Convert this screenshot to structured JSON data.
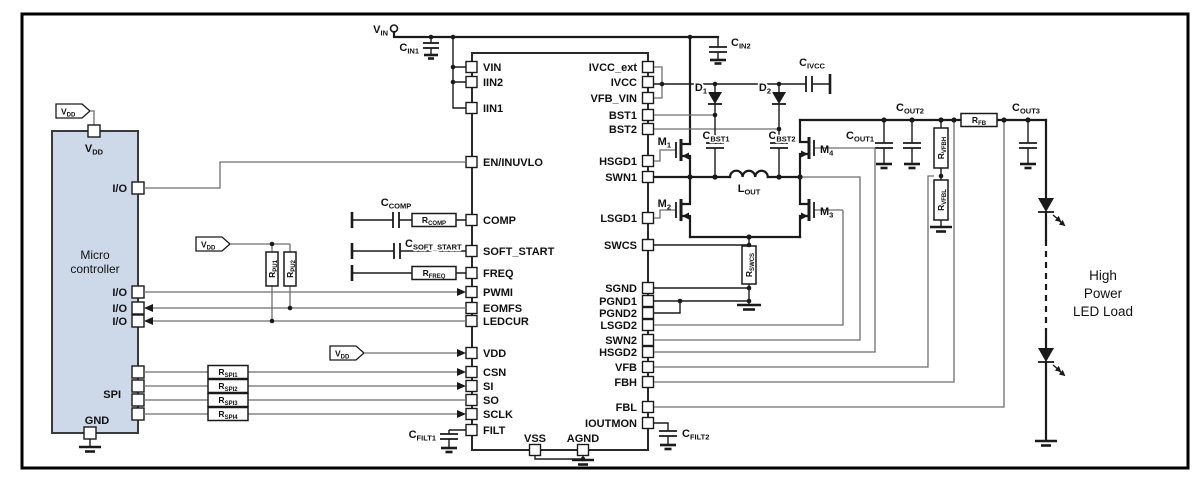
{
  "terminal_vin": {
    "main": "V",
    "sub": "IN"
  },
  "flag_vdd": {
    "main": "V",
    "sub": "DD"
  },
  "micro": {
    "title": [
      "Micro",
      "controller"
    ],
    "pin_vdd": {
      "main": "V",
      "sub": "DD"
    },
    "io": "I/O",
    "spi": "SPI",
    "gnd": "GND"
  },
  "ic": {
    "left_pins": [
      "VIN",
      "IIN2",
      "IIN1",
      "EN/INUVLO",
      "COMP",
      "SOFT_START",
      "FREQ",
      "PWMI",
      "EOMFS",
      "LEDCUR",
      "VDD",
      "CSN",
      "SI",
      "SO",
      "SCLK",
      "FILT"
    ],
    "right_pins": [
      "IVCC_ext",
      "IVCC",
      "VFB_VIN",
      "BST1",
      "BST2",
      "HSGD1",
      "SWN1",
      "LSGD1",
      "SWCS",
      "SGND",
      "PGND1",
      "PGND2",
      "LSGD2",
      "SWN2",
      "HSGD2",
      "VFB",
      "FBH",
      "FBL",
      "IOUTMON"
    ],
    "bottom_pins": [
      "VSS",
      "AGND"
    ]
  },
  "components": {
    "cin1": {
      "main": "C",
      "sub": "IN1"
    },
    "cin2": {
      "main": "C",
      "sub": "IN2"
    },
    "civcc": {
      "main": "C",
      "sub": "IVCC"
    },
    "cbst1": {
      "main": "C",
      "sub": "BST1"
    },
    "cbst2": {
      "main": "C",
      "sub": "BST2"
    },
    "cout1": {
      "main": "C",
      "sub": "OUT1"
    },
    "cout2": {
      "main": "C",
      "sub": "OUT2"
    },
    "cout3": {
      "main": "C",
      "sub": "OUT3"
    },
    "ccomp": {
      "main": "C",
      "sub": "COMP"
    },
    "css": {
      "main": "C",
      "sub": "SOFT_START"
    },
    "cfilt1": {
      "main": "C",
      "sub": "FILT1"
    },
    "cfilt2": {
      "main": "C",
      "sub": "FILT2"
    },
    "rcomp": {
      "main": "R",
      "sub": "COMP"
    },
    "rfreq": {
      "main": "R",
      "sub": "FREQ"
    },
    "rpu1": {
      "main": "R",
      "sub": "PU1"
    },
    "rpu2": {
      "main": "R",
      "sub": "PU2"
    },
    "rspi1": {
      "main": "R",
      "sub": "SPI1"
    },
    "rspi2": {
      "main": "R",
      "sub": "SPI2"
    },
    "rspi3": {
      "main": "R",
      "sub": "SPI3"
    },
    "rspi4": {
      "main": "R",
      "sub": "SPI4"
    },
    "rswcs": {
      "main": "R",
      "sub": "SWCS"
    },
    "rvfbh": {
      "main": "R",
      "sub": "VFBH"
    },
    "rvfbl": {
      "main": "R",
      "sub": "VFBL"
    },
    "rfb": {
      "main": "R",
      "sub": "FB"
    },
    "d1": {
      "main": "D",
      "sub": "1"
    },
    "d2": {
      "main": "D",
      "sub": "2"
    },
    "m1": {
      "main": "M",
      "sub": "1"
    },
    "m2": {
      "main": "M",
      "sub": "2"
    },
    "m3": {
      "main": "M",
      "sub": "3"
    },
    "m4": {
      "main": "M",
      "sub": "4"
    },
    "lout": {
      "main": "L",
      "sub": "OUT"
    }
  },
  "load": {
    "lines": [
      "High",
      "Power",
      "LED Load"
    ]
  }
}
